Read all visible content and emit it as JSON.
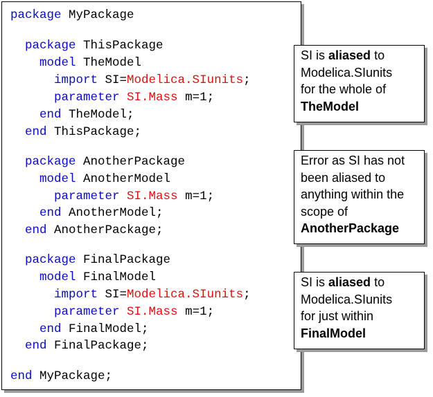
{
  "code": {
    "lines": [
      {
        "indent": "",
        "parts": [
          {
            "t": "package",
            "c": "kw"
          },
          {
            "t": " MyPackage",
            "c": "id"
          }
        ]
      },
      {
        "indent": "  ",
        "parts": [
          {
            "t": "package",
            "c": "kw"
          },
          {
            "t": " ThisPackage",
            "c": "id"
          }
        ]
      },
      {
        "indent": "    ",
        "parts": [
          {
            "t": "model",
            "c": "kw"
          },
          {
            "t": " TheModel",
            "c": "id"
          }
        ]
      },
      {
        "indent": "      ",
        "parts": [
          {
            "t": "import",
            "c": "kw"
          },
          {
            "t": " SI=",
            "c": "id"
          },
          {
            "t": "Modelica.SIunits",
            "c": "red"
          },
          {
            "t": ";",
            "c": "id"
          }
        ]
      },
      {
        "indent": "      ",
        "parts": [
          {
            "t": "parameter",
            "c": "kw"
          },
          {
            "t": " ",
            "c": "id"
          },
          {
            "t": "SI.Mass",
            "c": "red"
          },
          {
            "t": " m=1;",
            "c": "id"
          }
        ]
      },
      {
        "indent": "    ",
        "parts": [
          {
            "t": "end",
            "c": "kw"
          },
          {
            "t": " TheModel;",
            "c": "id"
          }
        ]
      },
      {
        "indent": "  ",
        "parts": [
          {
            "t": "end",
            "c": "kw"
          },
          {
            "t": " ThisPackage;",
            "c": "id"
          }
        ]
      },
      {
        "indent": "  ",
        "parts": [
          {
            "t": "package",
            "c": "kw"
          },
          {
            "t": " AnotherPackage",
            "c": "id"
          }
        ]
      },
      {
        "indent": "    ",
        "parts": [
          {
            "t": "model",
            "c": "kw"
          },
          {
            "t": " AnotherModel",
            "c": "id"
          }
        ]
      },
      {
        "indent": "      ",
        "parts": [
          {
            "t": "parameter",
            "c": "kw"
          },
          {
            "t": " ",
            "c": "id"
          },
          {
            "t": "SI.Mass",
            "c": "red"
          },
          {
            "t": " m=1;",
            "c": "id"
          }
        ]
      },
      {
        "indent": "    ",
        "parts": [
          {
            "t": "end",
            "c": "kw"
          },
          {
            "t": " AnotherModel;",
            "c": "id"
          }
        ]
      },
      {
        "indent": "  ",
        "parts": [
          {
            "t": "end",
            "c": "kw"
          },
          {
            "t": " AnotherPackage;",
            "c": "id"
          }
        ]
      },
      {
        "indent": "  ",
        "parts": [
          {
            "t": "package",
            "c": "kw"
          },
          {
            "t": " FinalPackage",
            "c": "id"
          }
        ]
      },
      {
        "indent": "    ",
        "parts": [
          {
            "t": "model",
            "c": "kw"
          },
          {
            "t": " FinalModel",
            "c": "id"
          }
        ]
      },
      {
        "indent": "      ",
        "parts": [
          {
            "t": "import",
            "c": "kw"
          },
          {
            "t": " SI=",
            "c": "id"
          },
          {
            "t": "Modelica.SIunits",
            "c": "red"
          },
          {
            "t": ";",
            "c": "id"
          }
        ]
      },
      {
        "indent": "      ",
        "parts": [
          {
            "t": "parameter",
            "c": "kw"
          },
          {
            "t": " ",
            "c": "id"
          },
          {
            "t": "SI.Mass",
            "c": "red"
          },
          {
            "t": " m=1;",
            "c": "id"
          }
        ]
      },
      {
        "indent": "    ",
        "parts": [
          {
            "t": "end",
            "c": "kw"
          },
          {
            "t": " FinalModel;",
            "c": "id"
          }
        ]
      },
      {
        "indent": "  ",
        "parts": [
          {
            "t": "end",
            "c": "kw"
          },
          {
            "t": " FinalPackage;",
            "c": "id"
          }
        ]
      },
      {
        "indent": "",
        "parts": [
          {
            "t": "end",
            "c": "kw"
          },
          {
            "t": " MyPackage;",
            "c": "id"
          }
        ]
      }
    ]
  },
  "notes": [
    {
      "segments": [
        {
          "t": "SI is "
        },
        {
          "t": "aliased",
          "b": true
        },
        {
          "t": " to"
        },
        {
          "br": true
        },
        {
          "t": "Modelica.SIunits"
        },
        {
          "br": true
        },
        {
          "t": "for the whole of"
        },
        {
          "br": true
        },
        {
          "t": "TheModel",
          "b": true
        }
      ]
    },
    {
      "segments": [
        {
          "t": "Error as SI has not"
        },
        {
          "br": true
        },
        {
          "t": "been aliased to"
        },
        {
          "br": true
        },
        {
          "t": "anything within the"
        },
        {
          "br": true
        },
        {
          "t": "scope of"
        },
        {
          "br": true
        },
        {
          "t": "AnotherPackage",
          "b": true
        }
      ]
    },
    {
      "segments": [
        {
          "t": "SI is "
        },
        {
          "t": "aliased",
          "b": true
        },
        {
          "t": " to"
        },
        {
          "br": true
        },
        {
          "t": "Modelica.SIunits"
        },
        {
          "br": true
        },
        {
          "t": "for just within"
        },
        {
          "br": true
        },
        {
          "t": "FinalModel",
          "b": true
        }
      ]
    }
  ],
  "colors": {
    "keyword": "#0b0bc7",
    "type": "#e01010",
    "text": "#000000"
  }
}
